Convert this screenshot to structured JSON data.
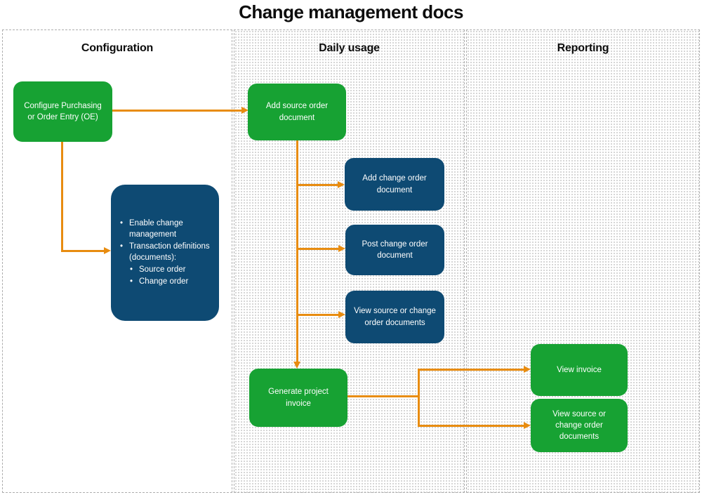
{
  "title": "Change management docs",
  "colors": {
    "green": "#17A233",
    "blue": "#0E4A73",
    "orange": "#E88C10",
    "lane-border": "#ADADAD"
  },
  "lanes": [
    {
      "label": "Configuration"
    },
    {
      "label": "Daily usage"
    },
    {
      "label": "Reporting"
    }
  ],
  "nodes": {
    "configure": {
      "label": "Configure Purchasing or Order Entry (OE)"
    },
    "details": {
      "items": [
        {
          "text": "Enable change management",
          "level": 1
        },
        {
          "text": "Transaction definitions (documents):",
          "level": 1
        },
        {
          "text": "Source order",
          "level": 2
        },
        {
          "text": "Change order",
          "level": 2
        }
      ]
    },
    "add_source": {
      "label": "Add source order document"
    },
    "add_change": {
      "label": "Add change order document"
    },
    "post_change": {
      "label": "Post change order document"
    },
    "view_docs_daily": {
      "label": "View source or change order documents"
    },
    "generate_invoice": {
      "label": "Generate project invoice"
    },
    "view_invoice": {
      "label": "View invoice"
    },
    "view_docs_reporting": {
      "label": "View source or change order documents"
    }
  },
  "chart_data": {
    "type": "flowchart",
    "title": "Change management docs",
    "lanes": [
      "Configuration",
      "Daily usage",
      "Reporting"
    ],
    "edges": [
      [
        "Configure Purchasing or Order Entry (OE)",
        "Add source order document"
      ],
      [
        "Configure Purchasing or Order Entry (OE)",
        "Enable change management / Transaction definitions"
      ],
      [
        "Add source order document",
        "Add change order document"
      ],
      [
        "Add source order document",
        "Post change order document"
      ],
      [
        "Add source order document",
        "View source or change order documents"
      ],
      [
        "Add source order document",
        "Generate project invoice"
      ],
      [
        "Generate project invoice",
        "View invoice"
      ],
      [
        "Generate project invoice",
        "View source or change order documents (reporting)"
      ]
    ]
  }
}
